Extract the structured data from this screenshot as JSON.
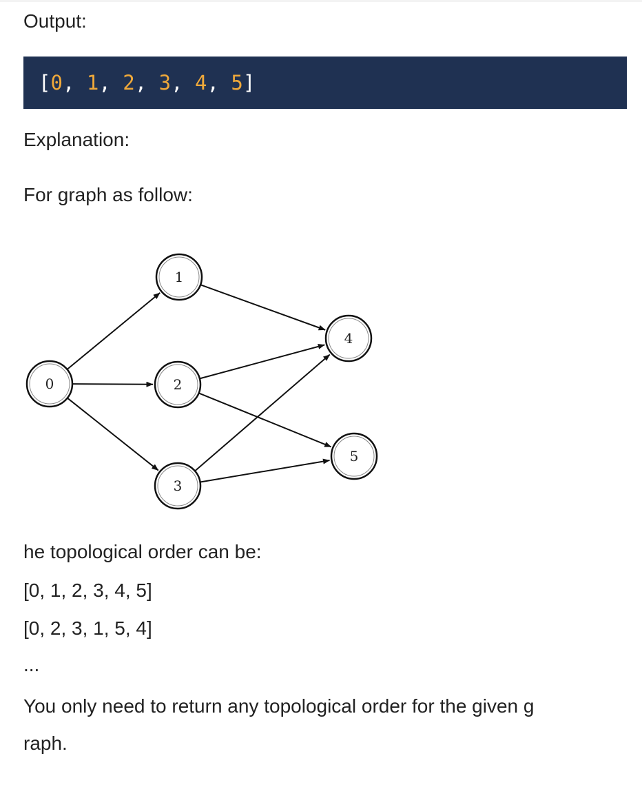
{
  "output_label": "Output:",
  "code": {
    "open_bracket": "[",
    "close_bracket": "]",
    "separator": ", ",
    "values": [
      "0",
      "1",
      "2",
      "3",
      "4",
      "5"
    ],
    "number_color": "#f0a93a",
    "background_color": "#1f3152"
  },
  "explanation_label": "Explanation:",
  "graph_intro": "For graph as follow:",
  "graph": {
    "nodes": [
      "0",
      "1",
      "2",
      "3",
      "4",
      "5"
    ],
    "edges": [
      [
        "0",
        "1"
      ],
      [
        "0",
        "2"
      ],
      [
        "0",
        "3"
      ],
      [
        "1",
        "4"
      ],
      [
        "2",
        "4"
      ],
      [
        "2",
        "5"
      ],
      [
        "3",
        "4"
      ],
      [
        "3",
        "5"
      ]
    ]
  },
  "order_intro": "he topological order can be:",
  "orders": [
    "[0, 1, 2, 3, 4, 5]",
    "[0, 2, 3, 1, 5, 4]"
  ],
  "ellipsis": "...",
  "note_line1": "You only need to return any topological order for the given g",
  "note_line2": "raph."
}
